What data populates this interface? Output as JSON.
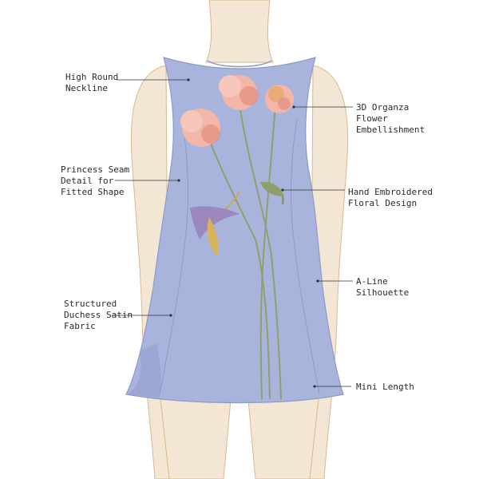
{
  "colors": {
    "dress": "#a9b4dd",
    "dress_shadow": "#8e99c8",
    "skin": "#f3e6d4",
    "skin_shade": "#d9b98f",
    "petal": "#f2b7a8",
    "petal_dark": "#e48f7d",
    "stem": "#8fa06a",
    "leaf": "#9a7fb8",
    "leader_line": "#333333"
  },
  "annotations": [
    {
      "id": "neckline",
      "text": "High Round\nNeckline"
    },
    {
      "id": "flower",
      "text": "3D Organza\nFlower\nEmbellishment"
    },
    {
      "id": "princess",
      "text": "Princess Seam\nDetail for\nFitted Shape"
    },
    {
      "id": "embroidered",
      "text": "Hand Embroidered\nFloral Design"
    },
    {
      "id": "silhouette",
      "text": "A-Line\nSilhouette"
    },
    {
      "id": "fabric",
      "text": "Structured\nDuchess Satin\nFabric"
    },
    {
      "id": "length",
      "text": "Mini Length"
    }
  ]
}
